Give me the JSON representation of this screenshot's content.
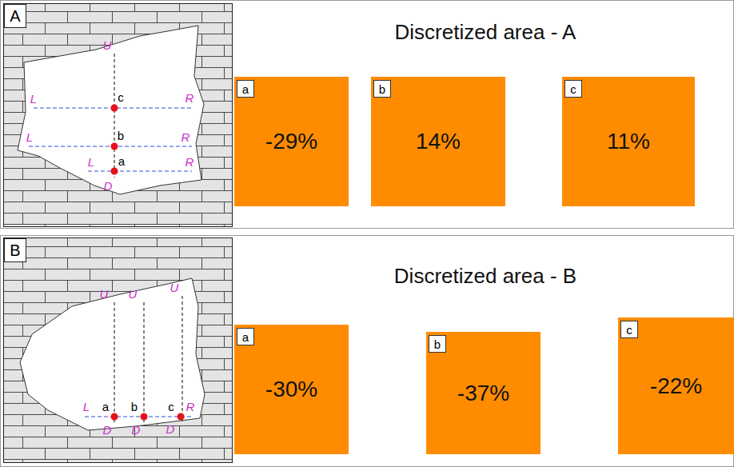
{
  "diagram": {
    "nodes": [
      {
        "text": [
          "A"
        ]
      },
      {
        "text": [
          "-29%"
        ]
      },
      {
        "text": [
          "a"
        ],
        "in": 1
      },
      {
        "text": [
          "14%"
        ]
      },
      {
        "text": [
          "b"
        ],
        "in": 3
      },
      {
        "text": [
          "11%"
        ]
      },
      {
        "text": [
          "c"
        ],
        "in": 5
      },
      {
        "text": [
          "B"
        ]
      },
      {
        "text": [
          "-30%"
        ]
      },
      {
        "text": [
          "a"
        ],
        "in": 8
      },
      {
        "text": [
          "-37%"
        ]
      },
      {
        "text": [
          "b"
        ],
        "in": 10
      },
      {
        "text": [
          "-22%"
        ]
      },
      {
        "text": [
          "c"
        ],
        "in": 12
      }
    ],
    "labels": [
      "U",
      "c",
      "L",
      "R",
      "L",
      "b",
      "R",
      "L",
      "a",
      "R",
      "D",
      "Discretized area - A",
      "U",
      "U",
      "U",
      "L",
      "a",
      "b",
      "c",
      "R",
      "D",
      "D",
      "D",
      "Discretized area - B"
    ]
  }
}
